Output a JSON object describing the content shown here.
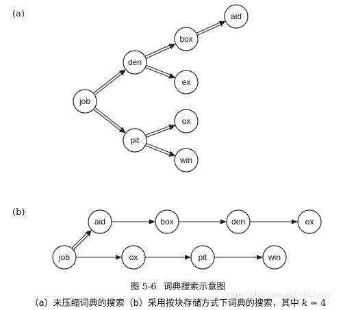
{
  "panels": [
    {
      "label": "(a)",
      "nodes": [
        {
          "id": "job",
          "label": "job"
        },
        {
          "id": "den",
          "label": "den"
        },
        {
          "id": "pit",
          "label": "pit"
        },
        {
          "id": "box",
          "label": "box"
        },
        {
          "id": "ex",
          "label": "ex"
        },
        {
          "id": "aid",
          "label": "aid"
        },
        {
          "id": "ox",
          "label": "ox"
        },
        {
          "id": "win",
          "label": "win"
        }
      ],
      "edges": [
        {
          "from": "job",
          "to": "den",
          "style": "double"
        },
        {
          "from": "job",
          "to": "pit",
          "style": "double"
        },
        {
          "from": "den",
          "to": "box",
          "style": "double"
        },
        {
          "from": "den",
          "to": "ex",
          "style": "double"
        },
        {
          "from": "box",
          "to": "aid",
          "style": "double"
        },
        {
          "from": "pit",
          "to": "ox",
          "style": "double"
        },
        {
          "from": "pit",
          "to": "win",
          "style": "double"
        }
      ]
    },
    {
      "label": "(b)",
      "nodes": [
        {
          "id": "job",
          "label": "job"
        },
        {
          "id": "aid",
          "label": "aid"
        },
        {
          "id": "box",
          "label": "box"
        },
        {
          "id": "den",
          "label": "den"
        },
        {
          "id": "ex",
          "label": "ex"
        },
        {
          "id": "ox",
          "label": "ox"
        },
        {
          "id": "pit",
          "label": "pit"
        },
        {
          "id": "win",
          "label": "win"
        }
      ],
      "edges": [
        {
          "from": "job",
          "to": "aid",
          "style": "double"
        },
        {
          "from": "job",
          "to": "ox",
          "style": "single"
        },
        {
          "from": "aid",
          "to": "box",
          "style": "single"
        },
        {
          "from": "box",
          "to": "den",
          "style": "single"
        },
        {
          "from": "den",
          "to": "ex",
          "style": "single"
        },
        {
          "from": "ox",
          "to": "pit",
          "style": "single"
        },
        {
          "from": "pit",
          "to": "win",
          "style": "single"
        }
      ]
    }
  ],
  "caption": {
    "figure_number": "图 5-6",
    "title": "词典搜索示意图",
    "description": "（a）未压缩词典的搜索（b）采用按块存储方式下词典的搜索，其中",
    "k_var": "k",
    "k_value": "= 4"
  },
  "watermark": "https://blog.csdn.net/u012/ace"
}
